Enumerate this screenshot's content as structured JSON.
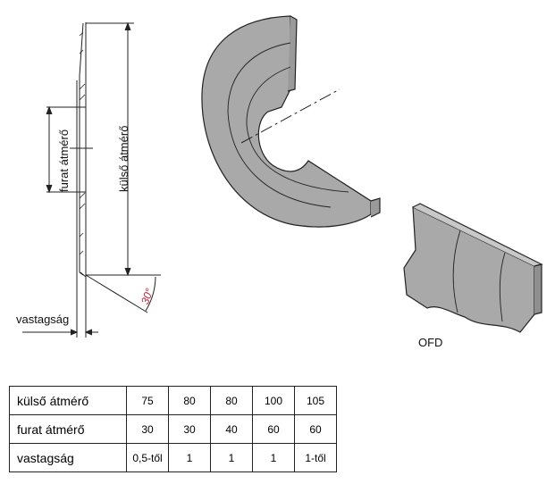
{
  "drawing": {
    "label_furat": "furat átmérő",
    "label_kulso": "külső átmérő",
    "label_vastagsag": "vastagság",
    "angle": "30°",
    "product": "OFD",
    "angle_color": "#c0203a",
    "fill_color": "#a9a9a9"
  },
  "table": {
    "rows": [
      {
        "label": "külső átmérő",
        "values": [
          "75",
          "80",
          "80",
          "100",
          "105"
        ]
      },
      {
        "label": "furat átmérő",
        "values": [
          "30",
          "30",
          "40",
          "60",
          "60"
        ]
      },
      {
        "label": "vastagság",
        "values": [
          "0,5-től",
          "1",
          "1",
          "1",
          "1-től"
        ]
      }
    ]
  }
}
